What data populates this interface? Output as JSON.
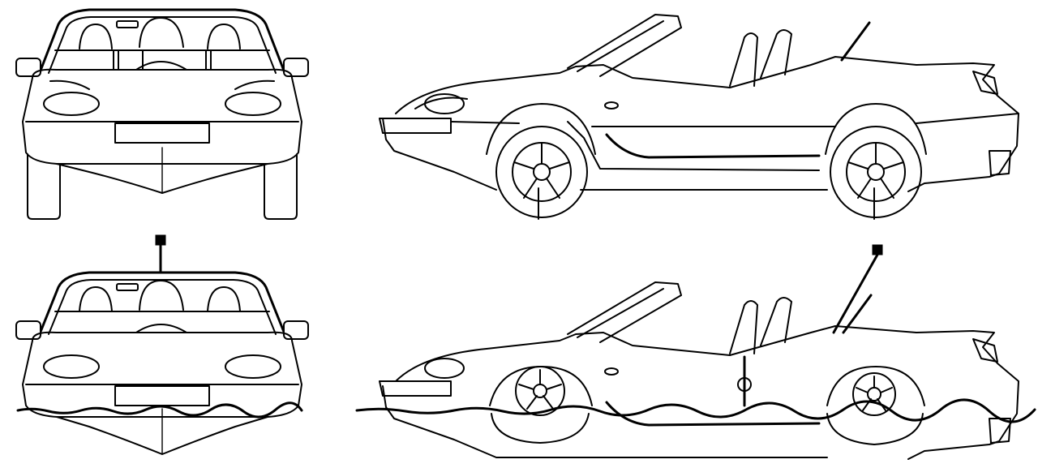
{
  "views": [
    {
      "id": "front-land",
      "label": ""
    },
    {
      "id": "side-land",
      "label": ""
    },
    {
      "id": "front-water",
      "label": ""
    },
    {
      "id": "side-water",
      "label": ""
    }
  ],
  "colors": {
    "line": "#000000",
    "background": "#ffffff"
  }
}
